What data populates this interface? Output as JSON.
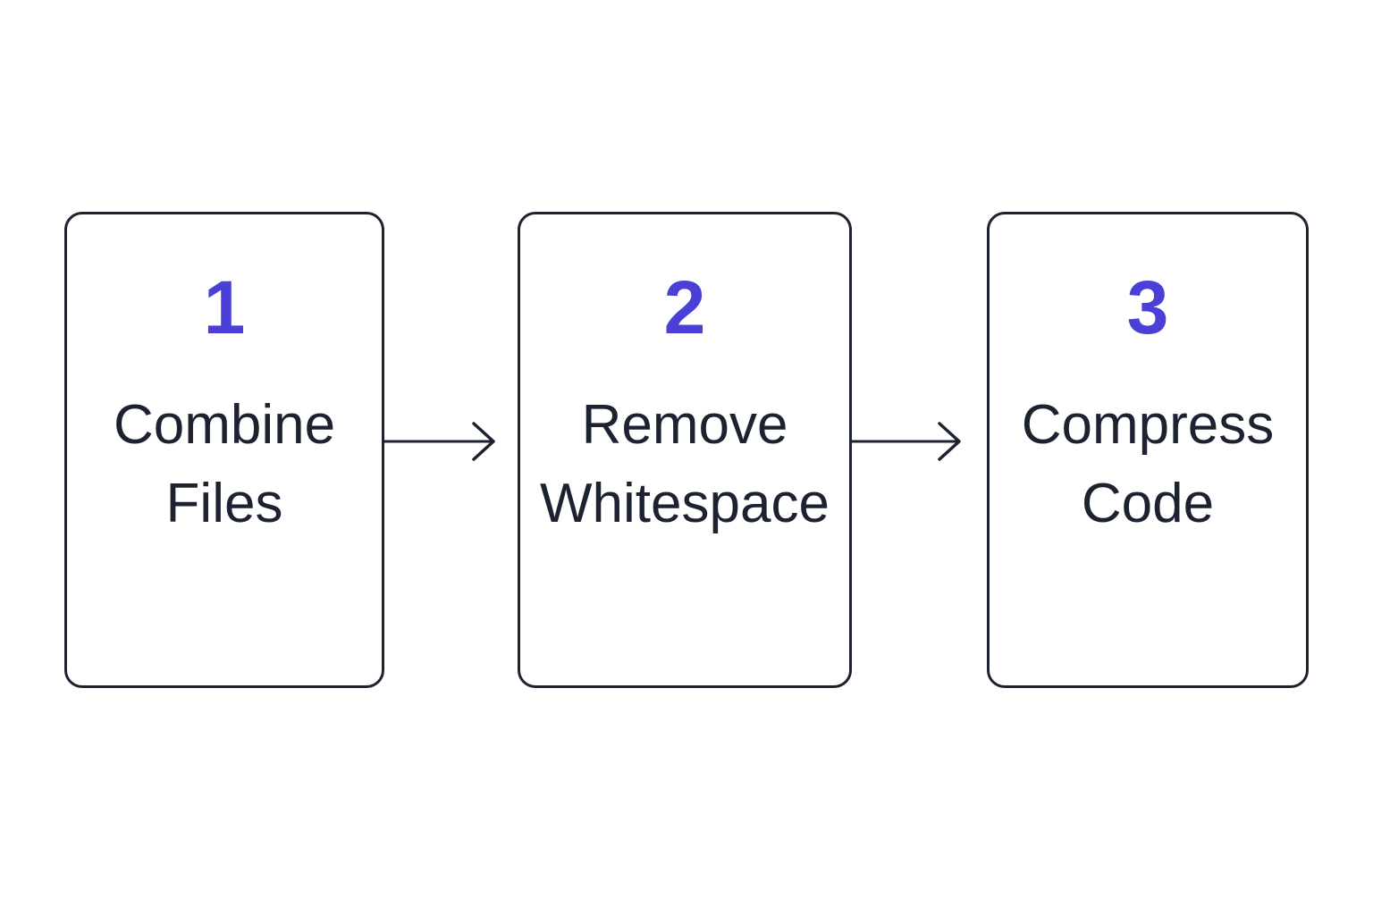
{
  "colors": {
    "accent": "#4a3fd6",
    "stroke": "#1c2230",
    "background": "#ffffff"
  },
  "steps": [
    {
      "number": "1",
      "label_line1": "Combine",
      "label_line2": "Files"
    },
    {
      "number": "2",
      "label_line1": "Remove",
      "label_line2": "Whitespace"
    },
    {
      "number": "3",
      "label_line1": "Compress",
      "label_line2": "Code"
    }
  ],
  "connectors": [
    {
      "from": "1",
      "to": "2",
      "icon": "arrow-right-icon"
    },
    {
      "from": "2",
      "to": "3",
      "icon": "arrow-right-icon"
    }
  ]
}
